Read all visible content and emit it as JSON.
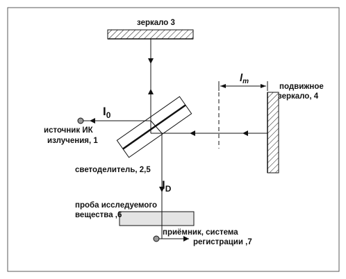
{
  "labels": {
    "mirror3": "зеркало 3",
    "moving_mirror_line1": "подвижное",
    "moving_mirror_line2": "зеркало, 4",
    "source_line1": "источник ИК",
    "source_line2": "излучения, 1",
    "beamsplitter": "светоделитель, 2,5",
    "sample_line1": "проба исследуемого",
    "sample_line2": "вещества ,6",
    "detector_line1": "приёмник, система",
    "detector_line2": "регистрации ,7"
  },
  "symbols": {
    "i0_base": "I",
    "i0_sub": "0",
    "id_base": "I",
    "id_sub": "D",
    "lm_base": "l",
    "lm_sub": "m"
  },
  "colors": {
    "line": "#111111",
    "border": "#5a5a5a",
    "sample_fill": "#e4e4e4",
    "component_fill": "#9a9a9a"
  }
}
